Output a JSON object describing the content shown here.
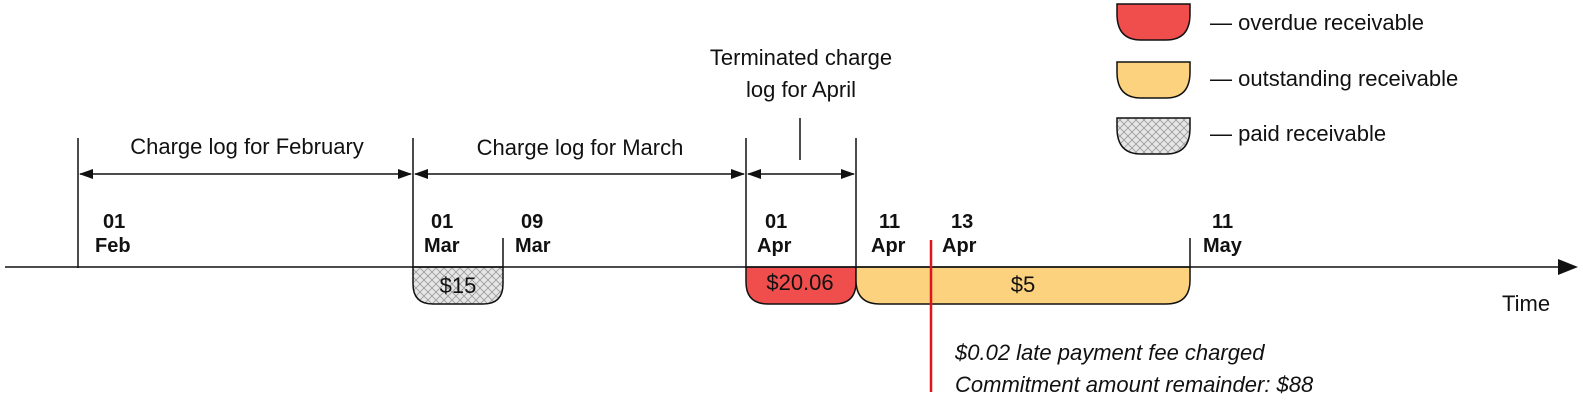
{
  "legend": {
    "overdue": "— overdue receivable",
    "outstanding": "— outstanding receivable",
    "paid": "— paid receivable",
    "colors": {
      "overdue": "#f04d4d",
      "outstanding": "#fdd27e",
      "paid": "#d9d9d9"
    }
  },
  "periods": {
    "february": "Charge log for February",
    "march": "Charge log for March",
    "april_line1": "Terminated charge",
    "april_line2": "log for April"
  },
  "dates": {
    "feb01": {
      "day": "01",
      "month": "Feb"
    },
    "mar01": {
      "day": "01",
      "month": "Mar"
    },
    "mar09": {
      "day": "09",
      "month": "Mar"
    },
    "apr01": {
      "day": "01",
      "month": "Apr"
    },
    "apr11": {
      "day": "11",
      "month": "Apr"
    },
    "apr13": {
      "day": "13",
      "month": "Apr"
    },
    "may11": {
      "day": "11",
      "month": "May"
    }
  },
  "amounts": {
    "paid_march": "$15",
    "overdue_april": "$20.06",
    "outstanding": "$5"
  },
  "axis_label": "Time",
  "notes": {
    "late_fee": "$0.02 late payment fee charged",
    "commitment": "Commitment amount remainder: $88"
  }
}
